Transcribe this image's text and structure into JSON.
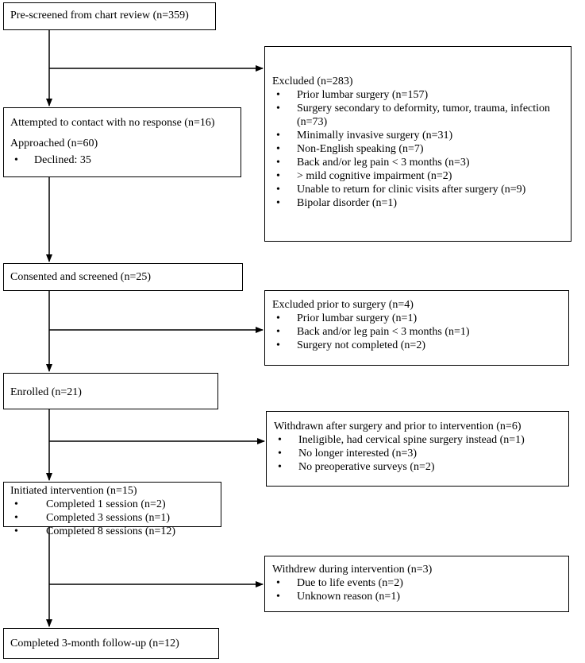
{
  "boxes": {
    "prescreened": {
      "title": "Pre-screened from chart review (n=359)"
    },
    "excluded": {
      "title": "Excluded (n=283)",
      "items": [
        "Prior lumbar surgery (n=157)",
        "Surgery secondary to deformity, tumor, trauma, infection (n=73)",
        "Minimally invasive surgery (n=31)",
        "Non-English speaking (n=7)",
        "Back and/or leg pain < 3 months (n=3)",
        "> mild cognitive impairment (n=2)",
        "Unable to return for clinic visits after surgery (n=9)",
        "Bipolar disorder (n=1)"
      ]
    },
    "contact": {
      "title": "Attempted to contact with no response (n=16)",
      "approached": "Approached (n=60)",
      "items": [
        "Declined: 35"
      ]
    },
    "consented": {
      "title": "Consented and screened (n=25)"
    },
    "excluded_prior": {
      "title": "Excluded prior to surgery (n=4)",
      "items": [
        "Prior lumbar surgery (n=1)",
        "Back and/or leg pain < 3 months (n=1)",
        "Surgery not completed (n=2)"
      ]
    },
    "enrolled": {
      "title": "Enrolled (n=21)"
    },
    "withdrawn": {
      "title": "Withdrawn after surgery and prior to intervention (n=6)",
      "items": [
        "Ineligible, had cervical spine surgery instead (n=1)",
        "No longer interested (n=3)",
        "No preoperative surveys (n=2)"
      ]
    },
    "initiated": {
      "title": "Initiated intervention (n=15)",
      "items": [
        "Completed 1 session (n=2)",
        "Completed 3 sessions (n=1)",
        "Completed 8 sessions (n=12)"
      ]
    },
    "withdrew": {
      "title": "Withdrew during intervention (n=3)",
      "items": [
        "Due to life events (n=2)",
        "Unknown reason (n=1)"
      ]
    },
    "completed": {
      "title": "Completed 3-month follow-up (n=12)"
    }
  }
}
